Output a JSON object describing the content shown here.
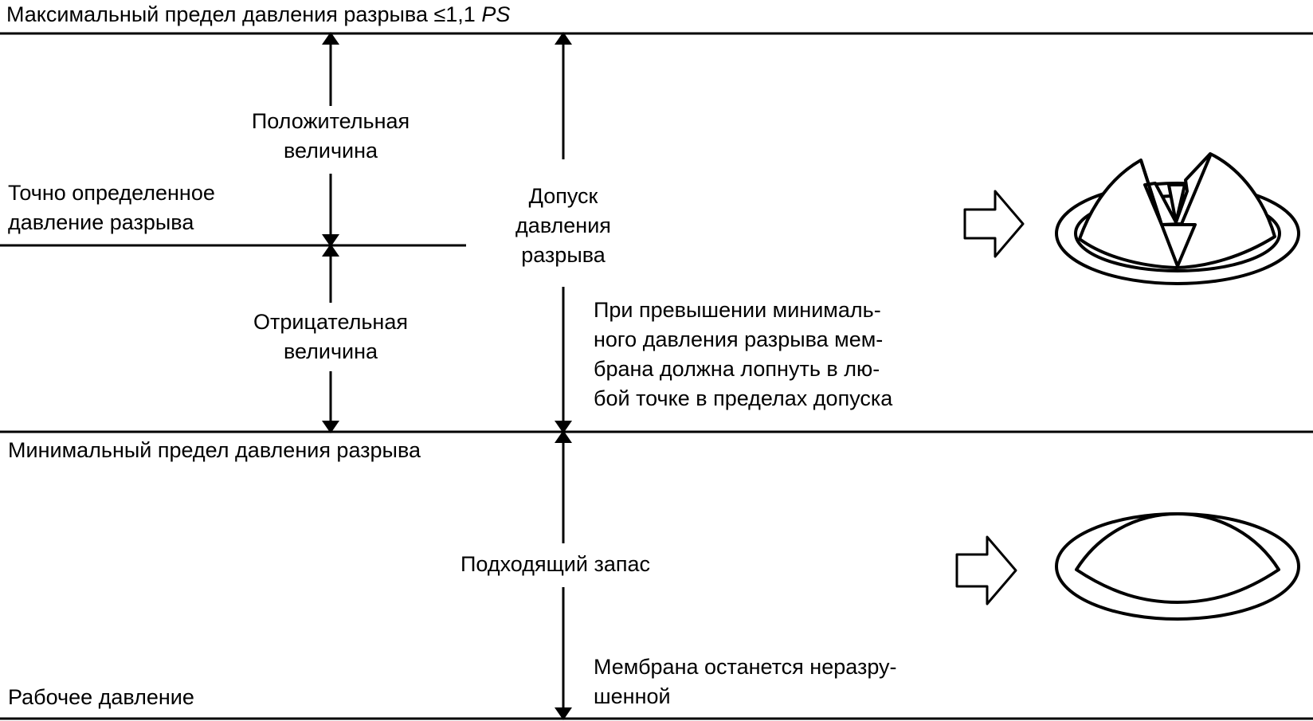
{
  "diagram": {
    "max_limit": {
      "text": "Максимальный предел давления разрыва ≤1,1 ",
      "symbol": "PS"
    },
    "exact_pressure": {
      "line1": "Точно определенное",
      "line2": "давление разрыва"
    },
    "positive_tolerance": {
      "line1": "Положительная",
      "line2": "величина"
    },
    "negative_tolerance": {
      "line1": "Отрицательная",
      "line2": "величина"
    },
    "burst_tolerance": {
      "line1": "Допуск",
      "line2": "давления",
      "line3": "разрыва"
    },
    "burst_note": {
      "line1": "При превышении минималь-",
      "line2": "ного давления разрыва мем-",
      "line3": "брана должна лопнуть в лю-",
      "line4": "бой точке в пределах допуска"
    },
    "min_limit": "Минимальный предел давления разрыва",
    "margin": "Подходящий запас",
    "intact_note": {
      "line1": "Мембрана останется неразру-",
      "line2": "шенной"
    },
    "working_pressure": "Рабочее давление",
    "colors": {
      "ink": "#000000",
      "paper": "#ffffff"
    },
    "icons": {
      "burst_state": "burst-membrane-icon",
      "intact_state": "intact-membrane-icon",
      "pointer": "hollow-arrow-icon"
    }
  }
}
